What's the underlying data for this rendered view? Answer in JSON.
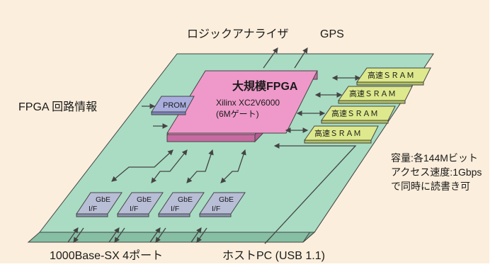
{
  "labels": {
    "logic_analyzer": "ロジックアナライザ",
    "gps": "GPS",
    "fpga_config": "FPGA 回路情報",
    "ports": "1000Base-SX 4ポート",
    "host_pc": "ホストPC (USB 1.1)"
  },
  "fpga": {
    "title": "大規模FPGA",
    "model": "Xilinx XC2V6000",
    "gates": "(6Mゲート)"
  },
  "prom": {
    "label": "PROM"
  },
  "sram": [
    {
      "label": "高速ＳＲＡＭ"
    },
    {
      "label": "高速ＳＲＡＭ"
    },
    {
      "label": "高速ＳＲＡＭ"
    },
    {
      "label": "高速ＳＲＡＭ"
    }
  ],
  "gbe": [
    {
      "line1": "GbE",
      "line2": "I/F"
    },
    {
      "line1": "GbE",
      "line2": "I/F"
    },
    {
      "line1": "GbE",
      "line2": "I/F"
    },
    {
      "line1": "GbE",
      "line2": "I/F"
    }
  ],
  "sram_note": [
    "容量:各144Mビット",
    "アクセス速度:1Gbps",
    "で同時に読書き可"
  ],
  "colors": {
    "background": "#fbeedc",
    "board": "#a9dcc3",
    "fpga": "#ee99c9",
    "sram": "#dde98c",
    "prom": "#a9addd",
    "gbe": "#b8bed6"
  }
}
